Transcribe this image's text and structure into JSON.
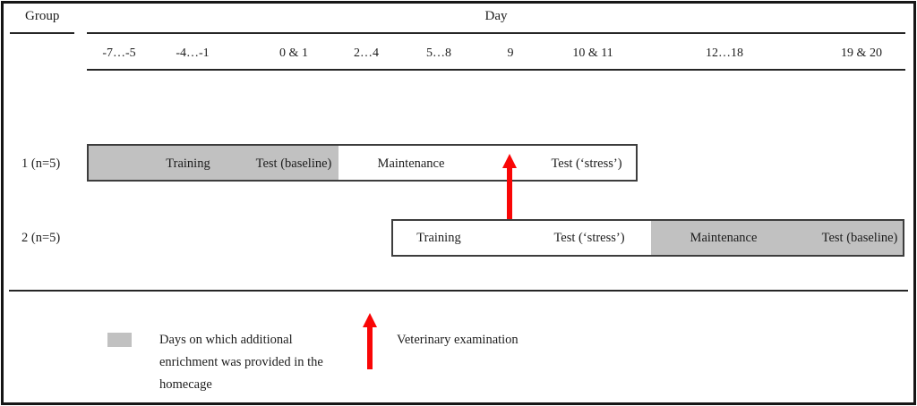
{
  "header": {
    "group": "Group",
    "day": "Day"
  },
  "day_labels": [
    "-7…-5",
    "-4…-1",
    "0 & 1",
    "2…4",
    "5…8",
    "9",
    "10 & 11",
    "12…18",
    "19 & 20"
  ],
  "rows": [
    {
      "label": "1 (n=5)",
      "segments": [
        {
          "text": "Training",
          "shaded": true
        },
        {
          "text": "Test (baseline)",
          "shaded": true
        },
        {
          "text": "Maintenance",
          "shaded": false
        },
        {
          "text": "Test (‘stress’)",
          "shaded": false
        }
      ]
    },
    {
      "label": "2 (n=5)",
      "segments": [
        {
          "text": "Training",
          "shaded": false
        },
        {
          "text": "Test (‘stress’)",
          "shaded": false
        },
        {
          "text": "Maintenance",
          "shaded": true
        },
        {
          "text": "Test (baseline)",
          "shaded": true
        }
      ]
    }
  ],
  "legend": {
    "shaded_lines": [
      "Days on which additional",
      "enrichment was provided in the",
      "homecage"
    ],
    "arrow_label": "Veterinary examination"
  },
  "icons": {
    "chart_arrow": "red-up-arrow-icon",
    "legend_arrow": "red-up-arrow-icon",
    "legend_swatch": "gray-shaded-swatch"
  },
  "colors": {
    "shaded_fill": "#c1c1c1",
    "arrow_red": "#f90606",
    "line_black": "#262626",
    "bar_border": "#3d3d3d"
  }
}
